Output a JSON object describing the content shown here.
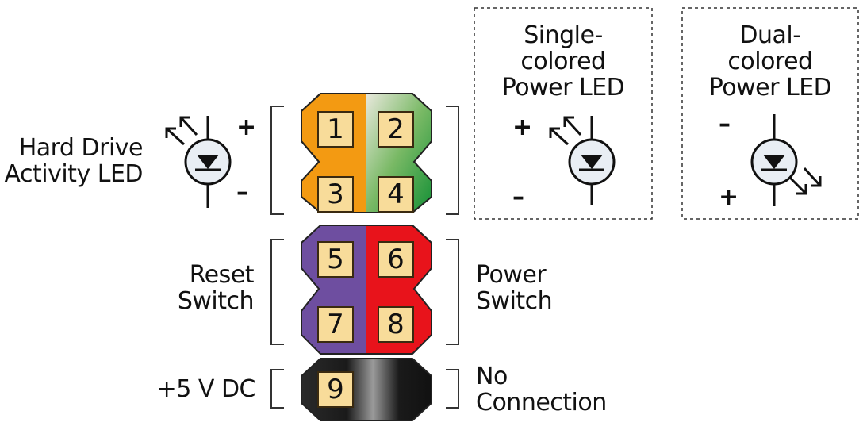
{
  "header_groups": {
    "hdd_led_label": [
      "Hard Drive",
      "Activity LED"
    ],
    "reset_switch_label": [
      "Reset",
      "Switch"
    ],
    "power_switch_label": [
      "Power",
      "Switch"
    ],
    "dc_label": "+5 V DC",
    "no_connection_label": [
      "No",
      "Connection"
    ]
  },
  "pins": [
    "1",
    "2",
    "3",
    "4",
    "5",
    "6",
    "7",
    "8",
    "9"
  ],
  "polarity": {
    "plus": "+",
    "minus": "–"
  },
  "legend_boxes": {
    "single": [
      "Single-",
      "colored",
      "Power LED"
    ],
    "dual": [
      "Dual-",
      "colored",
      "Power LED"
    ]
  },
  "colors": {
    "hdd_plus": "#f39a12",
    "hdd_minus": "#1e9a3a",
    "reset": "#6e4ea0",
    "power": "#e8131b",
    "dc": "#1a1a1a",
    "pin_face": "#f8dc9a"
  },
  "icons": {
    "hdd": "led-diode-icon",
    "single": "led-diode-icon",
    "dual": "dual-led-diode-icon"
  }
}
